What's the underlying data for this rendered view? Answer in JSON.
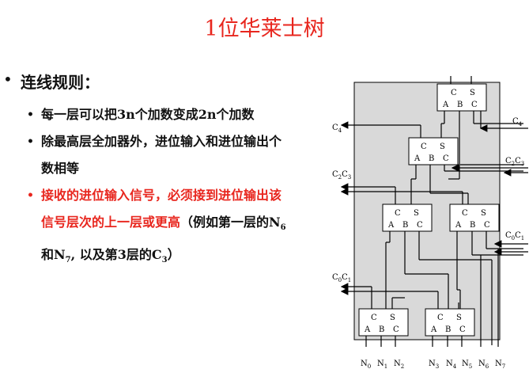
{
  "title": "1位华莱士树",
  "bullets": {
    "main": "连线规则：",
    "items": [
      {
        "text": "每一层可以把3n个加数变成2n个加数"
      },
      {
        "line1": "除最高层全加器外，进位输入和进位输出个",
        "line2": "数相等"
      },
      {
        "red1": "接收的进位输入信号，必须接到进位输出该",
        "red2": "信号层次的上一层或更高",
        "black2a": "（例如第一层的N",
        "sub6": "6",
        "black3a": "和N",
        "sub7": "7",
        "black3b": ", 以及第3层的C",
        "sub3": "3",
        "black3c": "）"
      }
    ]
  },
  "diagram": {
    "adder": {
      "c": "C",
      "s": "S",
      "a": "A",
      "b": "B",
      "cin": "C"
    },
    "carry_labels": {
      "c4_left": "C",
      "c4_left_sub": "4",
      "c4_right": "C",
      "c4_right_sub": "4",
      "c2c3_left": "C",
      "c2c3_left_sub1": "2",
      "c2c3_left_mid": "C",
      "c2c3_left_sub2": "3",
      "c2c3_right": "C",
      "c2c3_right_sub1": "2",
      "c2c3_right_mid": "C",
      "c2c3_right_sub2": "3",
      "c0c1_right": "C",
      "c0c1_right_sub1": "0",
      "c0c1_right_mid": "C",
      "c0c1_right_sub2": "1",
      "c0c1_left": "C",
      "c0c1_left_sub1": "0",
      "c0c1_left_mid": "C",
      "c0c1_left_sub2": "1"
    },
    "inputs": [
      {
        "n": "N",
        "sub": "0"
      },
      {
        "n": "N",
        "sub": "1"
      },
      {
        "n": "N",
        "sub": "2"
      },
      {
        "n": "N",
        "sub": "3"
      },
      {
        "n": "N",
        "sub": "4"
      },
      {
        "n": "N",
        "sub": "5"
      },
      {
        "n": "N",
        "sub": "6"
      },
      {
        "n": "N",
        "sub": "7"
      }
    ]
  }
}
